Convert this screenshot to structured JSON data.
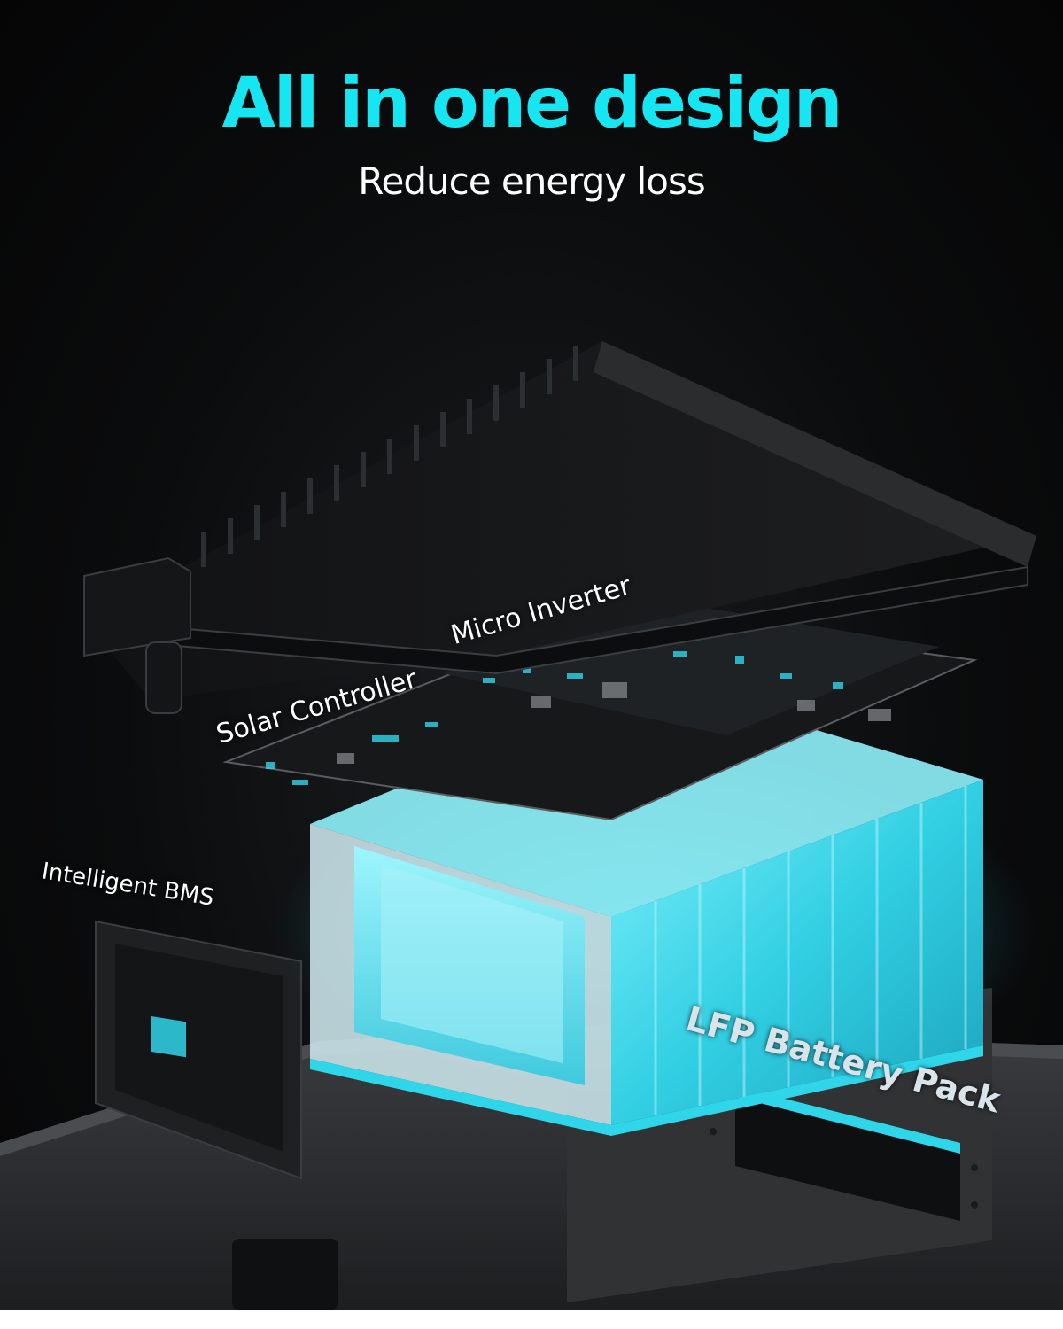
{
  "headline": "All in one design",
  "subheadline": "Reduce energy loss",
  "labels": {
    "solar_controller": "Solar Controller",
    "micro_inverter": "Micro Inverter",
    "intelligent_bms": "Intelligent BMS",
    "battery_pack": "LFP Battery Pack"
  },
  "colors": {
    "accent": "#16e6f2",
    "background": "#0b0c0d",
    "battery_glow": "#2fd6ea",
    "housing": "#2a2c2e"
  }
}
